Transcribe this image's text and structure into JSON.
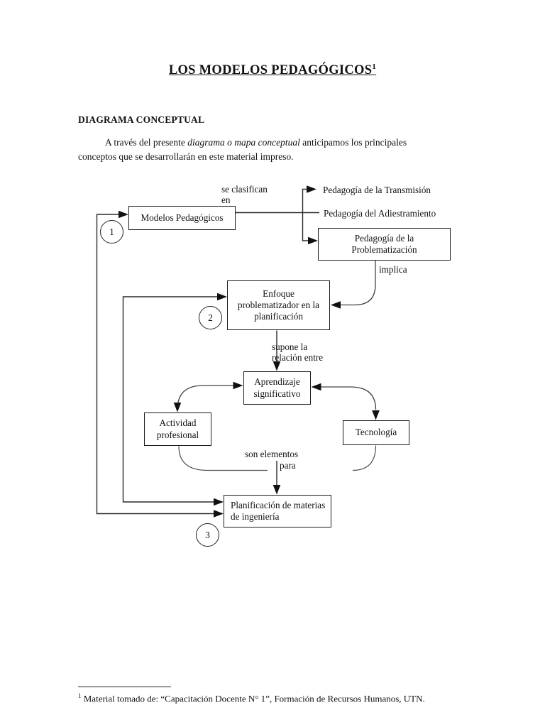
{
  "document": {
    "title": "LOS MODELOS PEDAGÓGICOS",
    "title_footnote_ref": "1",
    "section_heading": "DIAGRAMA CONCEPTUAL",
    "intro_pre": "A través del presente ",
    "intro_italic": "diagrama o mapa conceptual",
    "intro_post": " anticipamos los principales conceptos que se desarrollarán en este material impreso."
  },
  "diagram": {
    "nodes": {
      "modelos": "Modelos Pedagógicos",
      "transmision": "Pedagogía de la Transmisión",
      "adiestramiento": "Pedagogía del Adiestramiento",
      "problematizacion": "Pedagogía de la Problematización",
      "enfoque": "Enfoque problematizador en la planificación",
      "aprendizaje": "Aprendizaje significativo",
      "actividad": "Actividad profesional",
      "tecnologia": "Tecnología",
      "planificacion": "Planificación de materias de ingeniería"
    },
    "edge_labels": {
      "se_clasifican": "se clasifican\nen",
      "implica": "implica",
      "supone": "supone la\nrelación entre",
      "son_elementos": "son elementos",
      "para": "para"
    },
    "markers": {
      "m1": "1",
      "m2": "2",
      "m3": "3"
    }
  },
  "footnote": {
    "ref": "1",
    "text": "Material tomado de: “Capacitación Docente N° 1”, Formación de Recursos Humanos, UTN."
  },
  "colors": {
    "ink": "#1c1c1c",
    "paper": "#ffffff"
  }
}
